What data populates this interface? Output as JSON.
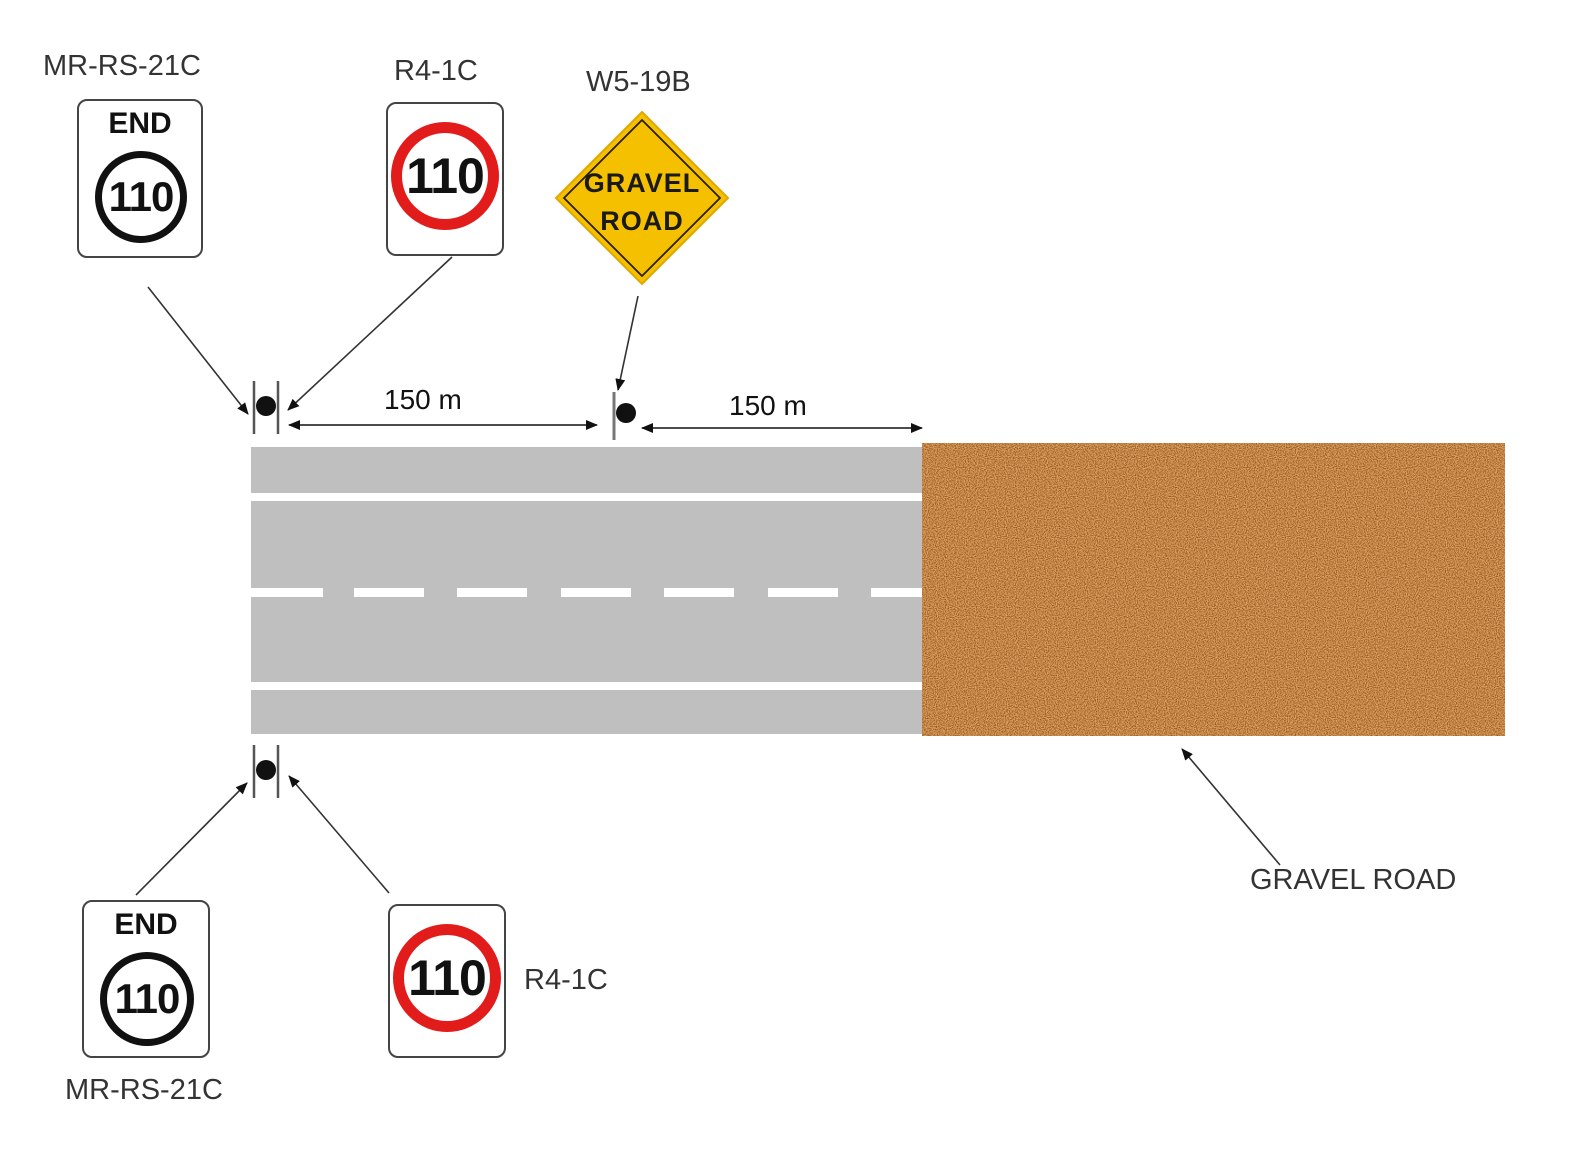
{
  "diagram": {
    "title": "",
    "colors": {
      "road_surface": "#bfbfbf",
      "road_markings": "#ffffff",
      "gravel_dark": "#8a4a10",
      "gravel_light": "#e8ac6c",
      "speed_ring_red": "#e21b1b",
      "warning_yellow": "#f5c000",
      "text": "#333333"
    },
    "signs_top": [
      {
        "code": "MR-RS-21C",
        "type": "end-speed-limit",
        "header": "END",
        "speed": "110"
      },
      {
        "code": "R4-1C",
        "type": "speed-limit",
        "speed": "110"
      },
      {
        "code": "W5-19B",
        "type": "warning-diamond",
        "line1": "GRAVEL",
        "line2": "ROAD"
      }
    ],
    "signs_bottom": [
      {
        "code": "MR-RS-21C",
        "type": "end-speed-limit",
        "header": "END",
        "speed": "110"
      },
      {
        "code": "R4-1C",
        "type": "speed-limit",
        "speed": "110"
      }
    ],
    "distances": [
      {
        "label": "150 m",
        "from": "speed-sign-post",
        "to": "warning-sign-post"
      },
      {
        "label": "150 m",
        "from": "warning-sign-post",
        "to": "gravel-road-start"
      }
    ],
    "surfaces": {
      "sealed_road": {
        "lanes": 2,
        "centre_line": "dashed",
        "edge_lines": "solid"
      },
      "gravel_road": {
        "label": "GRAVEL ROAD"
      }
    }
  }
}
